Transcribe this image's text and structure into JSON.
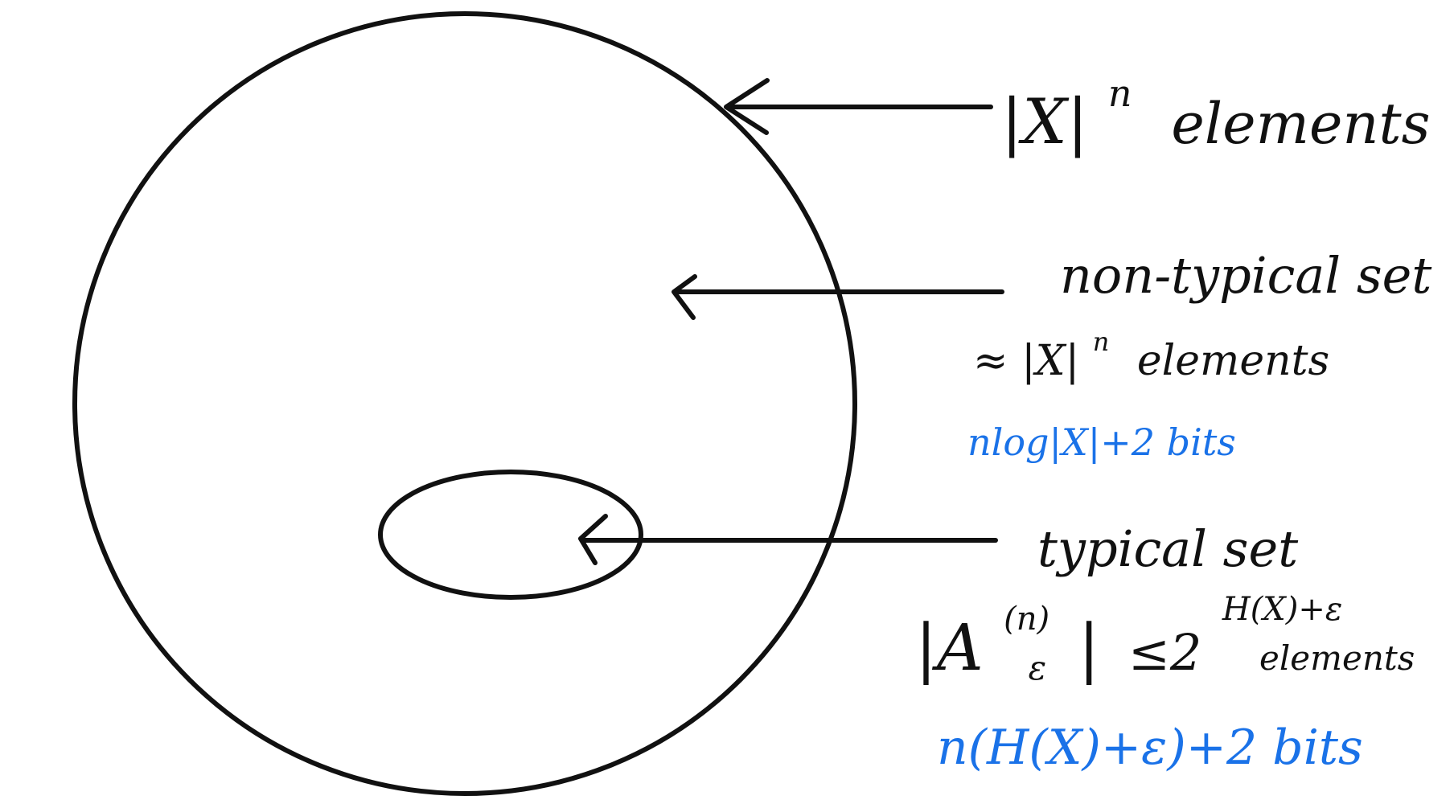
{
  "colors": {
    "ink": "#111111",
    "accent": "#1a72e8"
  },
  "labels": {
    "total": {
      "base": "|X|",
      "sup": "n",
      "suffix": "elements"
    },
    "non_typical": {
      "title": "non-typical set",
      "count_prefix": "≈ |X|",
      "count_sup": "n",
      "count_suffix": "elements",
      "bits": "nlog|X|+2 bits"
    },
    "typical": {
      "title": "typical set",
      "set_open": "|A",
      "set_sup": "(n)",
      "set_sub": "ε",
      "set_close": "|",
      "bound_prefix": "≤2",
      "bound_sup": "H(X)+ε",
      "bound_suffix": "elements",
      "bits": "n(H(X)+ε)+2 bits"
    }
  }
}
